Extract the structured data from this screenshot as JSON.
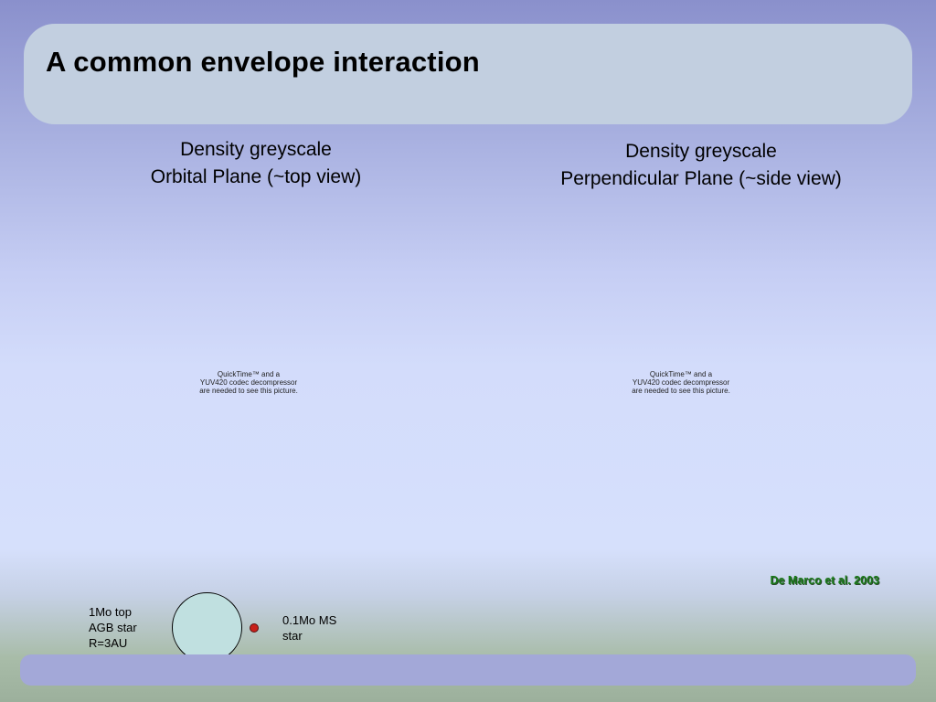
{
  "slide": {
    "title": "A common envelope interaction"
  },
  "captions": {
    "left": {
      "line1": "Density greyscale",
      "line2": "Orbital Plane (~top view)"
    },
    "right": {
      "line1": "Density greyscale",
      "line2": "Perpendicular Plane (~side view)"
    }
  },
  "quicktime_placeholder": {
    "line1": "QuickTime™ and a",
    "line2": "YUV420 codec decompressor",
    "line3": "are needed to see this picture."
  },
  "citation": "De Marco et al. 2003",
  "diagram": {
    "agb_label": {
      "line1": "1Mo top",
      "line2": "AGB star",
      "line3": "R=3AU"
    },
    "ms_label": {
      "line1": "0.1Mo MS",
      "line2": "star"
    },
    "colors": {
      "agb_star_fill": "#c0e0e0",
      "ms_star_fill": "#c8201a",
      "citation_text": "#1a7a1a"
    }
  }
}
